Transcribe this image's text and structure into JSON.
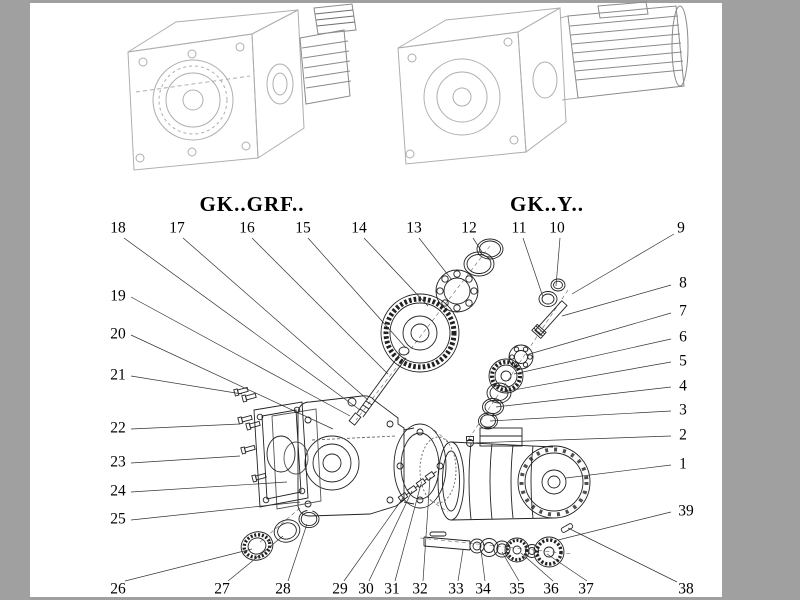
{
  "models": [
    {
      "label": "GK..GRF.."
    },
    {
      "label": "GK..Y.."
    }
  ],
  "callouts": [
    {
      "n": "18"
    },
    {
      "n": "17"
    },
    {
      "n": "16"
    },
    {
      "n": "15"
    },
    {
      "n": "14"
    },
    {
      "n": "13"
    },
    {
      "n": "12"
    },
    {
      "n": "11"
    },
    {
      "n": "10"
    },
    {
      "n": "9"
    },
    {
      "n": "8"
    },
    {
      "n": "7"
    },
    {
      "n": "6"
    },
    {
      "n": "5"
    },
    {
      "n": "4"
    },
    {
      "n": "3"
    },
    {
      "n": "2"
    },
    {
      "n": "1"
    },
    {
      "n": "39"
    },
    {
      "n": "38"
    },
    {
      "n": "19"
    },
    {
      "n": "20"
    },
    {
      "n": "21"
    },
    {
      "n": "22"
    },
    {
      "n": "23"
    },
    {
      "n": "24"
    },
    {
      "n": "25"
    },
    {
      "n": "26"
    },
    {
      "n": "27"
    },
    {
      "n": "28"
    },
    {
      "n": "29"
    },
    {
      "n": "30"
    },
    {
      "n": "31"
    },
    {
      "n": "32"
    },
    {
      "n": "33"
    },
    {
      "n": "34"
    },
    {
      "n": "35"
    },
    {
      "n": "36"
    },
    {
      "n": "37"
    }
  ]
}
